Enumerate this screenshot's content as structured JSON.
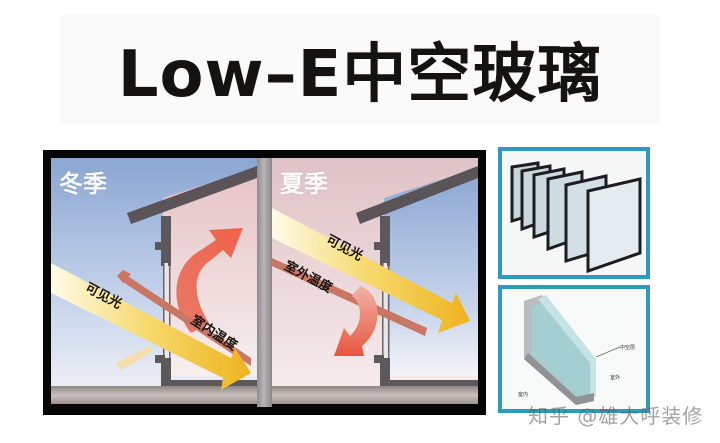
{
  "title": "Low–E中空玻璃",
  "diagram": {
    "winter": {
      "season": "冬季",
      "visible_light_label": "可见光",
      "heat_label": "室内温度"
    },
    "summer": {
      "season": "夏季",
      "visible_light_label": "可见光",
      "heat_label": "室外温度"
    }
  },
  "photos": {
    "top_alt": "stacked insulated glass panes",
    "bottom_alt": "insulated glass cross-section",
    "bottom_labels": {
      "spacer": "中空层",
      "outdoor": "室外",
      "indoor": "室内"
    }
  },
  "watermark": "知乎 @雄大呼装修",
  "colors": {
    "frame": "#060606",
    "sky_blue": "#8fa8d0",
    "indoor_pink": "#ecd3d4",
    "light_arrow": "#f2c230",
    "heat_arrow": "#e8654f",
    "photo_border": "#2c9bbd"
  }
}
